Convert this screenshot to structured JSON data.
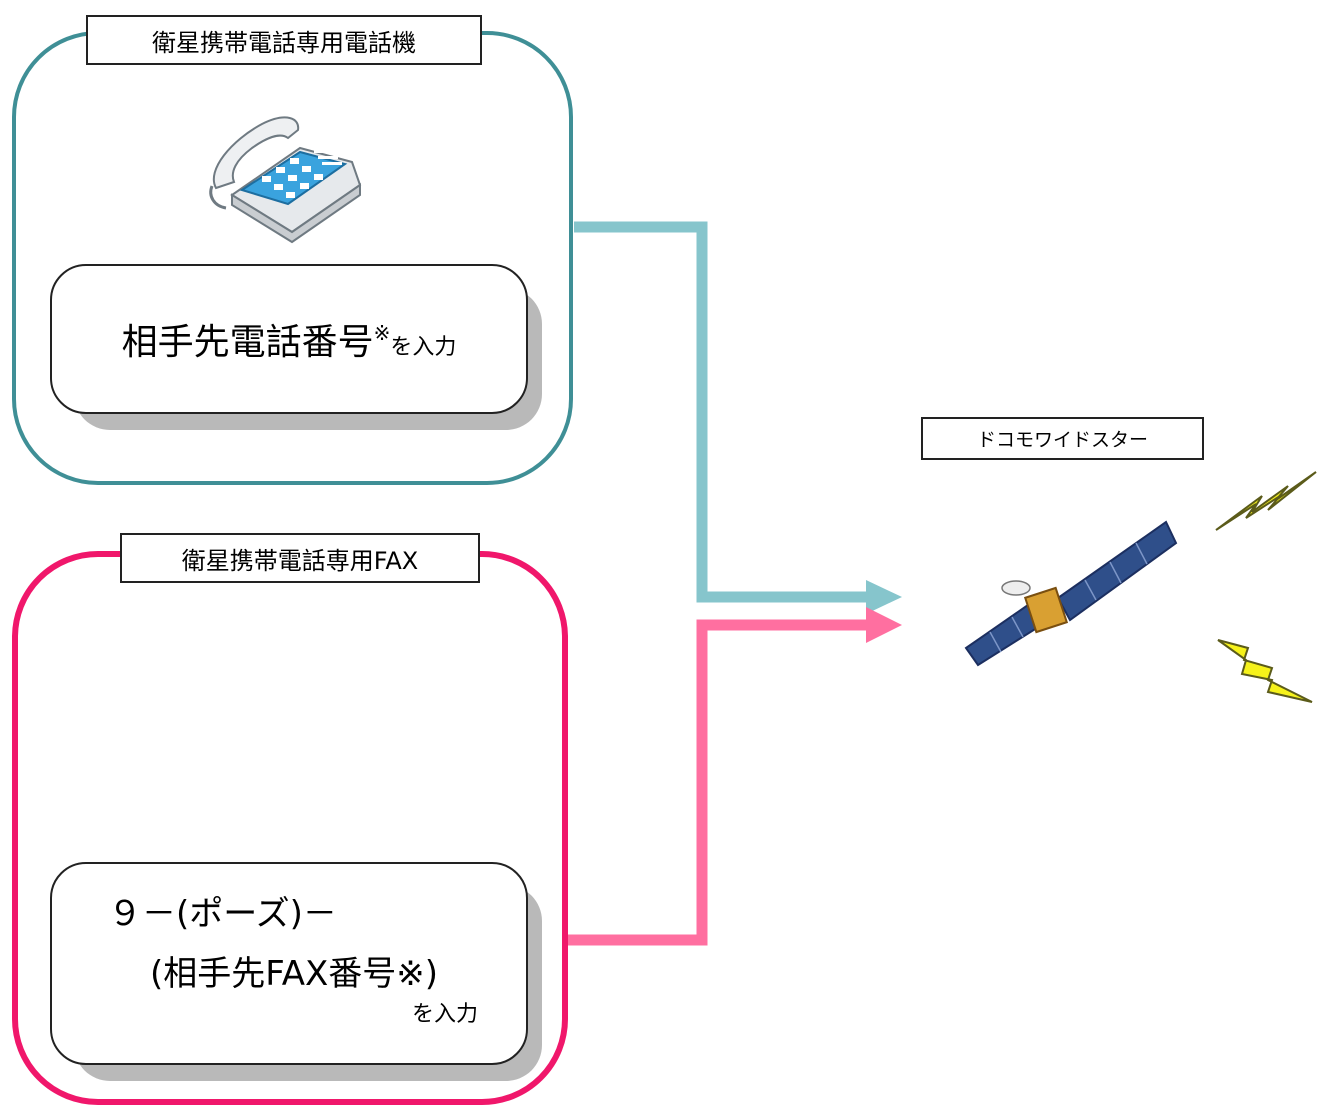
{
  "phone_panel": {
    "title": "衛星携帯電話専用電話機",
    "instruction_main": "相手先電話番号",
    "instruction_mark": "※",
    "instruction_suffix": "を入力"
  },
  "fax_panel": {
    "title": "衛星携帯電話専用FAX",
    "line1": "９－(ポーズ)－",
    "line2": "(相手先FAX番号※)",
    "line3": "を入力"
  },
  "satellite": {
    "label": "ドコモワイドスター"
  },
  "colors": {
    "phone_border": "#3f8f96",
    "phone_line": "#86c5cc",
    "fax_border": "#f0176b",
    "fax_line": "#ff6fa0",
    "signal": "#f6f21a"
  },
  "icons": [
    "telephone-icon",
    "fax-machine-icon",
    "satellite-icon",
    "lightning-signal-icon"
  ]
}
